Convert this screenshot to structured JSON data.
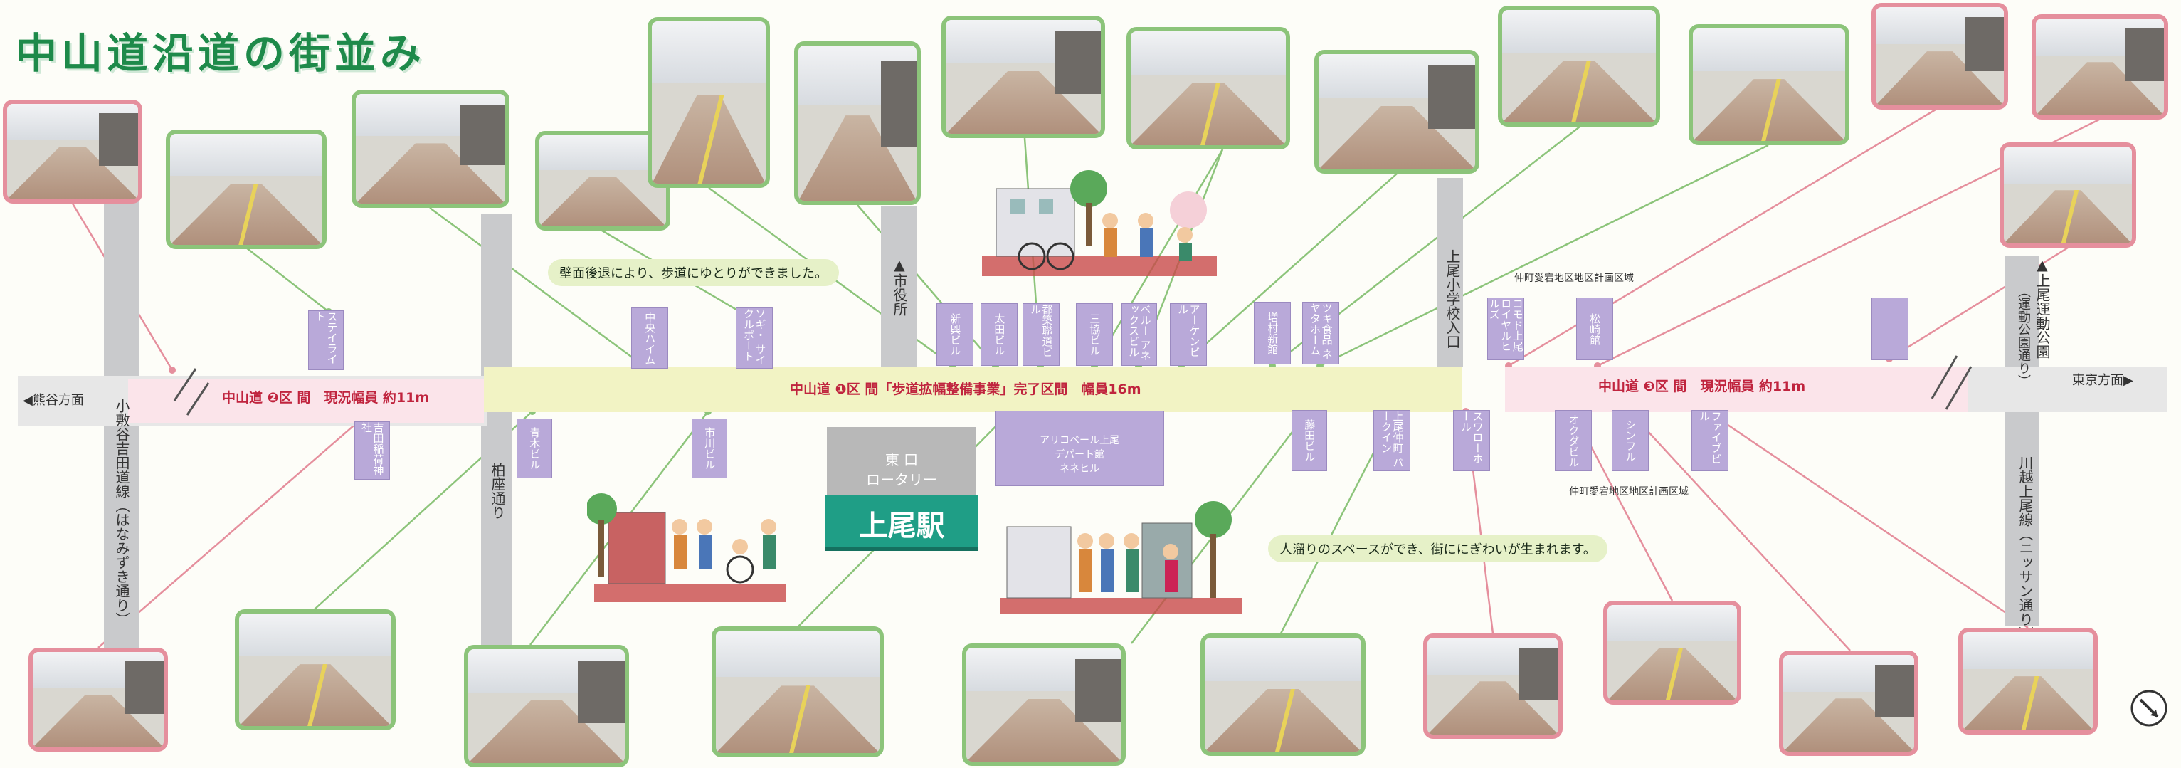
{
  "title": "中山道沿道の街並み",
  "directions": {
    "west": "◀熊谷方面",
    "east": "東京方面▶"
  },
  "streets": {
    "kozaka": "小敷谷吉田道線（はなみずき通り）",
    "kashiwaza": "柏座通り",
    "shiyakusho": "▲市役所",
    "kamio_school": "上尾小学校入口",
    "undokoen": "▲上尾運動公園",
    "undokoen_sub": "（運動公園通り）",
    "kawagoe": "川越上尾線（ニッサン通り）"
  },
  "sections": {
    "s2": "中山道 ❷区 間　現況幅員 約11m",
    "s1": "中山道 ❶区 間「歩道拡幅整備事業」完了区間　幅員16m",
    "s3": "中山道 ❸区 間　現況幅員 約11m"
  },
  "callouts": {
    "setback": "壁面後退により、歩道にゆとりができました。",
    "plaza": "人溜りのスペースができ、街ににぎわいが生まれます。"
  },
  "districts": {
    "north": "仲町愛宕地区地区計画区域",
    "south": "仲町愛宕地区地区計画区域"
  },
  "station": {
    "rotary": "東口\nロータリー",
    "rotary_l1": "東 口",
    "rotary_l2": "ロータリー",
    "name": "上尾駅"
  },
  "dept_store": {
    "l1": "アリコベール上尾",
    "l2": "デパート館",
    "l3": "ネネヒル"
  },
  "buildings_north": [
    "ステイライト",
    "中央ハイム",
    "ソギ・ サイクルポート",
    "新興ビル",
    "太田ビル",
    "都築聯道ビル",
    "三協ビル",
    "ベルー アネックスビル",
    "アーケンビル",
    "増村新館",
    "ツキ食品 ネヤタホーム",
    "コモド上尾 ロイヤルヒルズ",
    "松崎館",
    ""
  ],
  "buildings_south": [
    "吉田稲荷神社",
    "青木ビル",
    "市川ビル",
    "藤田ビル",
    "上尾仲町 パークイン",
    "スワローホール",
    "オクダビル",
    "シンフル",
    "ファイブビル"
  ],
  "colors": {
    "green_frame": "#8cc47a",
    "pink_frame": "#e58f9d",
    "band_yellow": "#f2f3c4",
    "band_pink": "#fbe4ea",
    "station_green": "#1f9e86",
    "section_red": "#c0243e"
  }
}
